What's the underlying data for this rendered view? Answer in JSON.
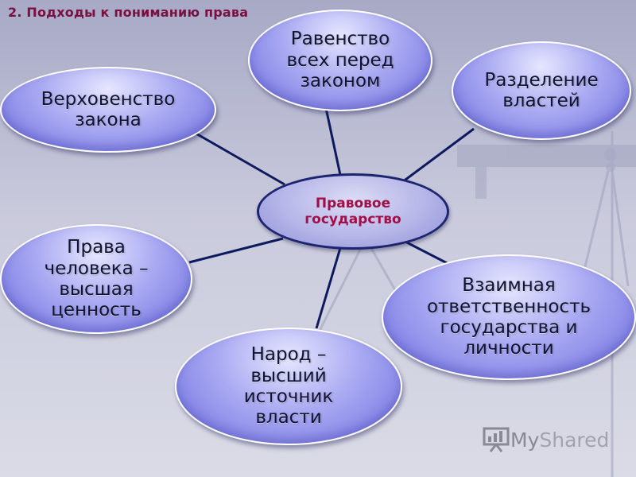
{
  "title": "2. Подходы к пониманию права",
  "center_node": {
    "label": "Правовое\nгосударство"
  },
  "nodes": [
    {
      "id": "supremacy-of-law",
      "label": "Верховенство\nзакона"
    },
    {
      "id": "equality-before-law",
      "label": "Равенство\nвсех перед\nзаконом"
    },
    {
      "id": "separation-of-powers",
      "label": "Разделение\nвластей"
    },
    {
      "id": "human-rights",
      "label": "Права\nчеловека –\nвысшая\nценность"
    },
    {
      "id": "people-source-of-power",
      "label": "Народ –\nвысший\nисточник\nвласти"
    },
    {
      "id": "mutual-responsibility",
      "label": "Взаимная\nответственность\nгосударства и\nличности"
    }
  ],
  "watermark": {
    "brand_a": "My",
    "brand_b": "Shared"
  },
  "colors": {
    "title": "#7a1040",
    "center_text": "#a01046",
    "connector": "#0d1a5e",
    "node_fill": "#a9a9f2"
  }
}
